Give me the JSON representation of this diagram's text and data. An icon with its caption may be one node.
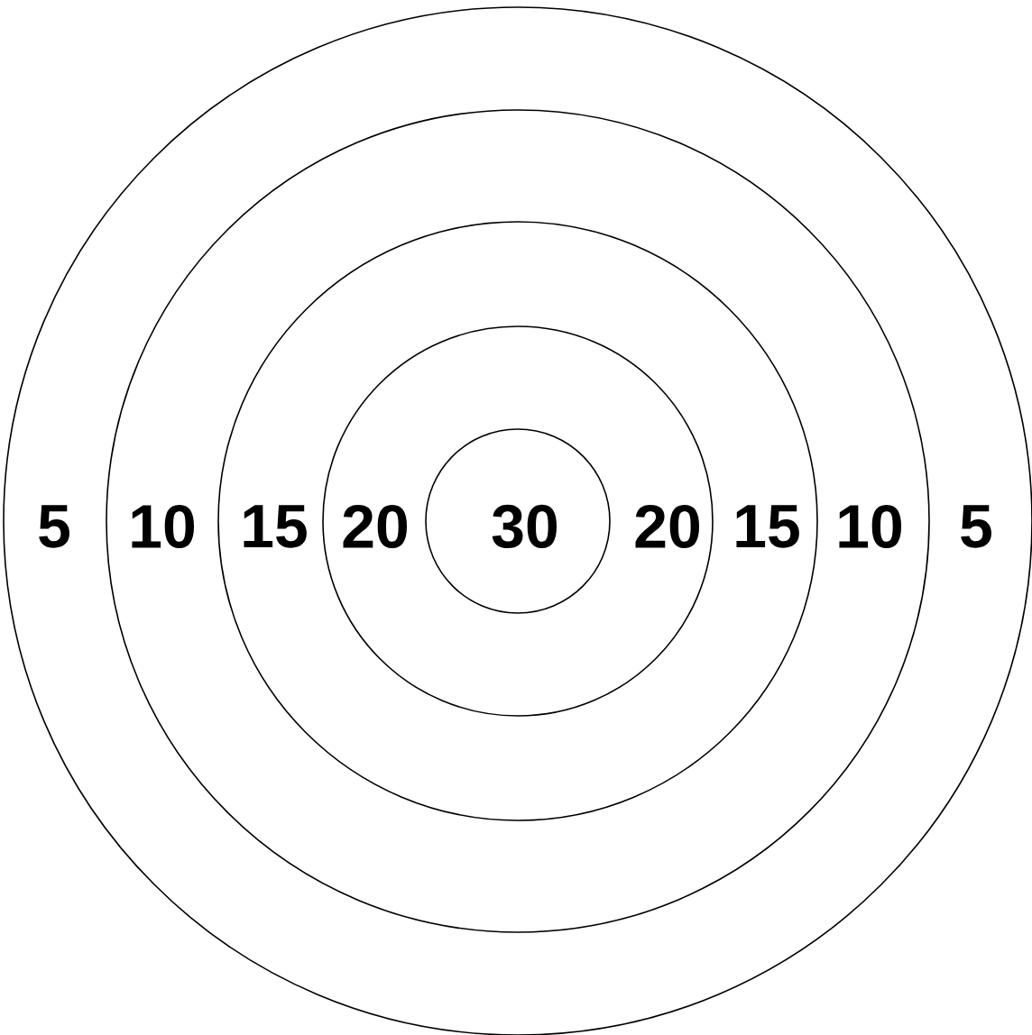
{
  "diagram": {
    "nodes": [
      {
        "text": [
          "5",
          "5"
        ]
      },
      {
        "text": [
          "10",
          "10"
        ],
        "in": 0
      },
      {
        "text": [
          "15",
          "15"
        ],
        "in": 1
      },
      {
        "text": [
          "20",
          "20"
        ],
        "in": 2
      },
      {
        "text": [
          "30"
        ],
        "in": 3
      }
    ]
  }
}
